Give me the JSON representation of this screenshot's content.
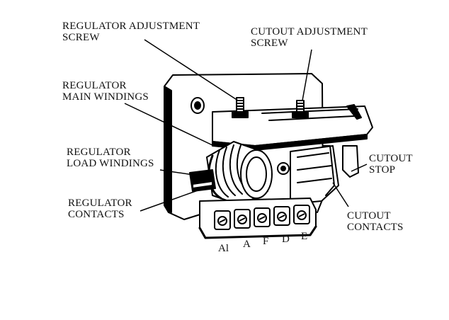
{
  "labels": {
    "reg_adj_1": "REGULATOR ADJUSTMENT",
    "reg_adj_2": "SCREW",
    "cut_adj_1": "CUTOUT ADJUSTMENT",
    "cut_adj_2": "SCREW",
    "reg_main_1": "REGULATOR",
    "reg_main_2": "MAIN WINDINGS",
    "reg_load_1": "REGULATOR",
    "reg_load_2": "LOAD WINDINGS",
    "reg_cont_1": "REGULATOR",
    "reg_cont_2": "CONTACTS",
    "cut_stop_1": "CUTOUT",
    "cut_stop_2": "STOP",
    "cut_cont_1": "CUTOUT",
    "cut_cont_2": "CONTACTS"
  },
  "terminals": [
    "Al",
    "A",
    "F",
    "D",
    "E"
  ]
}
